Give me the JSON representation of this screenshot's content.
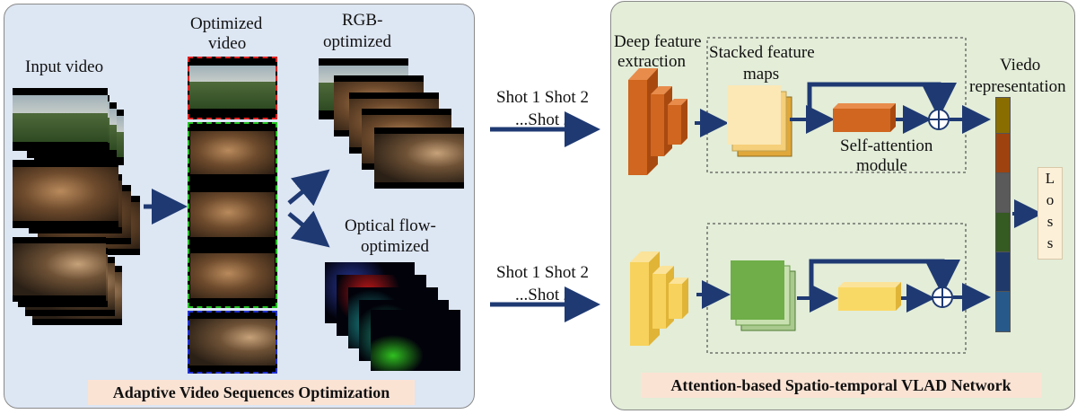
{
  "left": {
    "label_input": "Input video",
    "label_optimized_1": "Optimized",
    "label_optimized_2": "video",
    "label_rgb_1": "RGB-",
    "label_rgb_2": "optimized",
    "label_flow_1": "Optical flow-",
    "label_flow_2": "optimized",
    "title": "Adaptive Video Sequences Optimization"
  },
  "middle": {
    "shot_top_1": "Shot 1 Shot 2",
    "shot_top_2": "...Shot n",
    "shot_bottom_1": "Shot 1 Shot 2",
    "shot_bottom_2": "...Shot n"
  },
  "right": {
    "deep_feature_1": "Deep feature",
    "deep_feature_2": "extraction",
    "stacked_1": "Stacked feature",
    "stacked_2": "maps",
    "self_attention_1": "Self-attention",
    "self_attention_2": "module",
    "viedo_1": "Viedo",
    "viedo_2": "representation",
    "loss": [
      "L",
      "o",
      "s",
      "s"
    ],
    "title": "Attention-based Spatio-temporal VLAD Network"
  },
  "colors": {
    "arrow": "#1f3a73",
    "left_panel": "#dde6f3",
    "right_panel": "#e3edd8",
    "title_bg": "#fbe3d4",
    "deep_top": "#d0661f",
    "deep_bottom": "#f7d25c",
    "stacked_top": "#fbe8b5",
    "stacked_bottom": "#6fae49",
    "attn_top": "#d0661f",
    "attn_bottom": "#f9d965",
    "frame_border_red": "#e02020",
    "frame_border_green": "#22c022",
    "frame_border_blue": "#2030d0",
    "vector_segments": [
      "#8a6d00",
      "#9e4310",
      "#5a5a5a",
      "#355a22",
      "#1f3a6a",
      "#275a8a"
    ]
  },
  "icons": {
    "sum": "circle-plus-icon"
  }
}
